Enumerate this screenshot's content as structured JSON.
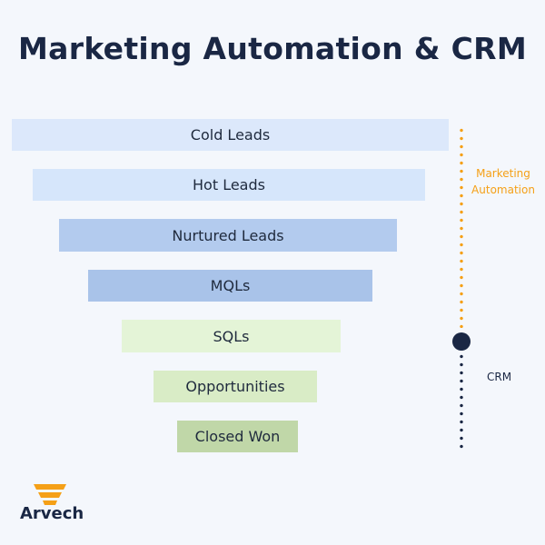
{
  "title": "Marketing Automation & CRM",
  "funnel": {
    "stages": [
      {
        "label": "Cold Leads",
        "color": "#dce8fb"
      },
      {
        "label": "Hot Leads",
        "color": "#d6e6fb"
      },
      {
        "label": "Nurtured Leads",
        "color": "#b3cbee"
      },
      {
        "label": "MQLs",
        "color": "#a9c3e9"
      },
      {
        "label": "SQLs",
        "color": "#e4f4d7"
      },
      {
        "label": "Opportunities",
        "color": "#d9ecc6"
      },
      {
        "label": "Closed Won",
        "color": "#c0d7a8"
      }
    ]
  },
  "phases": {
    "marketing_automation": {
      "label": "Marketing Automation",
      "color": "#f5a017"
    },
    "crm": {
      "label": "CRM",
      "color": "#1a2744"
    }
  },
  "brand": {
    "name": "Arvech",
    "icon": "stacked-bars-logo-icon",
    "icon_color": "#f5a017",
    "text_color": "#1a2744"
  }
}
